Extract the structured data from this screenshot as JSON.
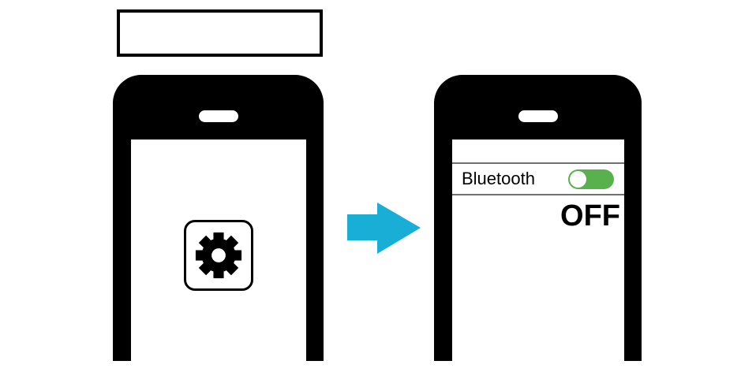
{
  "colors": {
    "arrow": "#18aed6",
    "toggle_green": "#58b14c",
    "divider": "#707070",
    "phone_body": "#000000",
    "screen": "#ffffff"
  },
  "caption_box": {
    "text": ""
  },
  "left_phone": {
    "app_button": {
      "icon": "gear-icon"
    }
  },
  "flow_arrow": {
    "direction": "right"
  },
  "right_phone": {
    "bluetooth_row": {
      "label": "Bluetooth",
      "toggle": {
        "knob_position": "left"
      }
    },
    "status": "OFF"
  }
}
